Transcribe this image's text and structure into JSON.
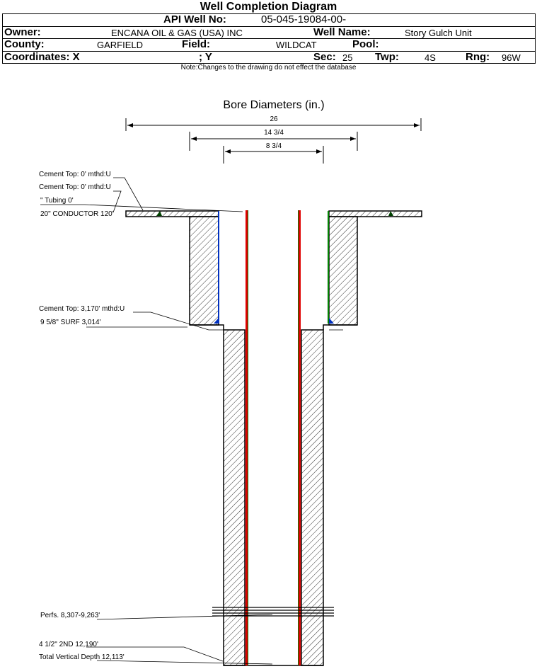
{
  "title": "Well Completion Diagram",
  "header": {
    "api_label": "API Well No:",
    "api_value": "05-045-19084-00-",
    "owner_label": "Owner:",
    "owner_value": "ENCANA OIL & GAS (USA) INC",
    "well_name_label": "Well Name:",
    "well_name_value": "Story Gulch Unit",
    "county_label": "County:",
    "county_value": "GARFIELD",
    "field_label": "Field:",
    "field_value": "WILDCAT",
    "pool_label": "Pool:",
    "coords_label": "Coordinates: X",
    "coords_y_label": "; Y",
    "sec_label": "Sec:",
    "sec_value": "25",
    "twp_label": "Twp:",
    "twp_value": "4S",
    "rng_label": "Rng:",
    "rng_value": "96W"
  },
  "note": "Note:Changes to the drawing do not effect the database",
  "diagram": {
    "bore_title": "Bore Diameters (in.)",
    "diameters": [
      "26",
      "14 3/4",
      "8 3/4"
    ],
    "labels": {
      "cement_top_1": "Cement Top: 0' mthd:U",
      "cement_top_2": "Cement Top: 0' mthd:U",
      "tubing": "\" Tubing 0'",
      "conductor": "20\" CONDUCTOR  120'",
      "cement_top_3": "Cement Top: 3,170' mthd:U",
      "surface": "9 5/8\" SURF      3,014'",
      "perfs": "Perfs. 8,307-9,263'",
      "production": "4 1/2\" 2ND      12,190'",
      "tvd": "Total Vertical Depth 12,113'"
    },
    "colors": {
      "casing": "#e00000",
      "tubing": "#008000",
      "cement": "#0030c0"
    }
  }
}
